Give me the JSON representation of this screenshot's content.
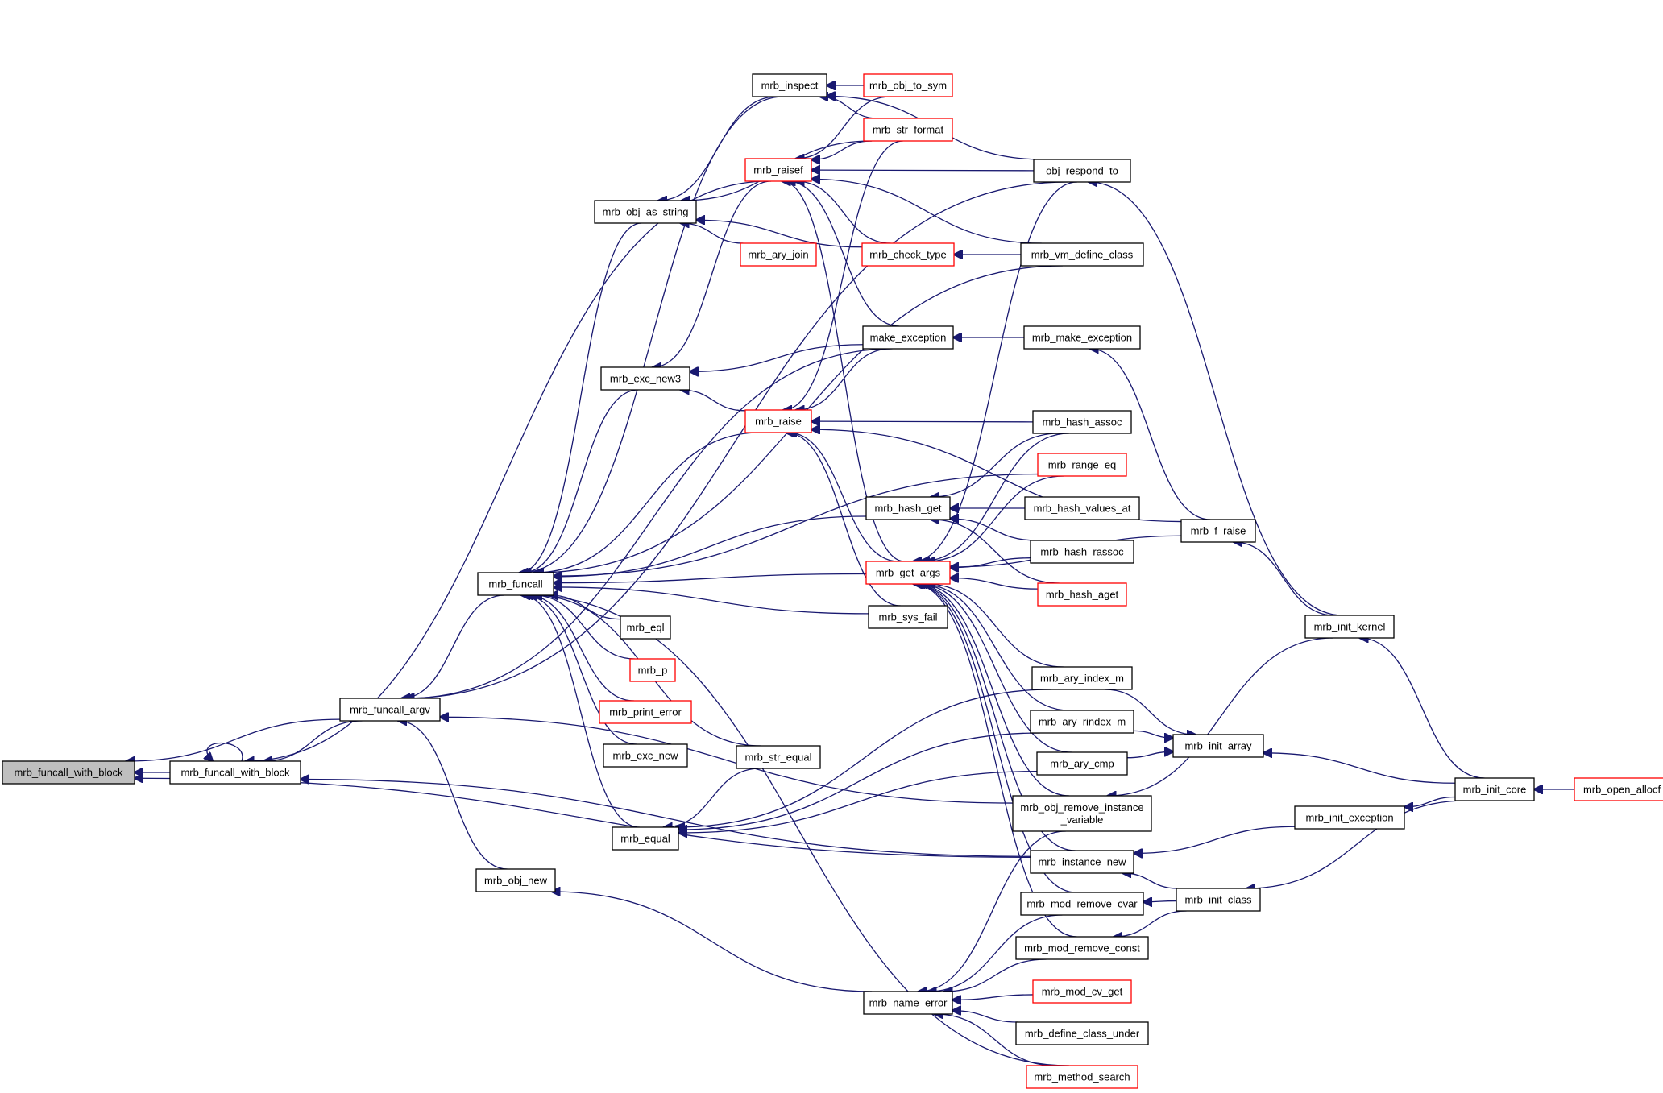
{
  "graph": {
    "title": "",
    "colors": {
      "edge": "#191970",
      "node_border": "#000000",
      "undocumented_border": "#ff0000",
      "root_fill": "#bfbfbf"
    },
    "nodes": [
      {
        "id": "root",
        "label": "mrb_funcall_with_block",
        "style": "root"
      },
      {
        "id": "fwb",
        "label": "mrb_funcall_with_block",
        "style": "normal"
      },
      {
        "id": "argv",
        "label": "mrb_funcall_argv",
        "style": "normal"
      },
      {
        "id": "funcall",
        "label": "mrb_funcall",
        "style": "normal"
      },
      {
        "id": "inspect",
        "label": "mrb_inspect",
        "style": "normal"
      },
      {
        "id": "objtosym",
        "label": "mrb_obj_to_sym",
        "style": "partial"
      },
      {
        "id": "strformat",
        "label": "mrb_str_format",
        "style": "partial"
      },
      {
        "id": "raisef",
        "label": "mrb_raisef",
        "style": "partial"
      },
      {
        "id": "objrespond",
        "label": "obj_respond_to",
        "style": "normal"
      },
      {
        "id": "objasstring",
        "label": "mrb_obj_as_string",
        "style": "normal"
      },
      {
        "id": "aryjoin",
        "label": "mrb_ary_join",
        "style": "partial"
      },
      {
        "id": "checktype",
        "label": "mrb_check_type",
        "style": "partial"
      },
      {
        "id": "vmdefine",
        "label": "mrb_vm_define_class",
        "style": "normal"
      },
      {
        "id": "makeexc",
        "label": "make_exception",
        "style": "normal"
      },
      {
        "id": "mrbmakeexc",
        "label": "mrb_make_exception",
        "style": "normal"
      },
      {
        "id": "excnew3",
        "label": "mrb_exc_new3",
        "style": "normal"
      },
      {
        "id": "raise",
        "label": "mrb_raise",
        "style": "partial"
      },
      {
        "id": "hashassoc",
        "label": "mrb_hash_assoc",
        "style": "normal"
      },
      {
        "id": "rangeeq",
        "label": "mrb_range_eq",
        "style": "partial"
      },
      {
        "id": "hashget",
        "label": "mrb_hash_get",
        "style": "normal"
      },
      {
        "id": "hashvaluesat",
        "label": "mrb_hash_values_at",
        "style": "normal"
      },
      {
        "id": "fraise",
        "label": "mrb_f_raise",
        "style": "normal"
      },
      {
        "id": "getargs",
        "label": "mrb_get_args",
        "style": "partial"
      },
      {
        "id": "hashrassoc",
        "label": "mrb_hash_rassoc",
        "style": "normal"
      },
      {
        "id": "hashaget",
        "label": "mrb_hash_aget",
        "style": "partial"
      },
      {
        "id": "initkernel",
        "label": "mrb_init_kernel",
        "style": "normal"
      },
      {
        "id": "syserr",
        "label": "mrb_sys_fail",
        "style": "normal"
      },
      {
        "id": "eql",
        "label": "mrb_eql",
        "style": "normal"
      },
      {
        "id": "p",
        "label": "mrb_p",
        "style": "partial"
      },
      {
        "id": "printerror",
        "label": "mrb_print_error",
        "style": "partial"
      },
      {
        "id": "aryindex",
        "label": "mrb_ary_index_m",
        "style": "normal"
      },
      {
        "id": "aryrindex",
        "label": "mrb_ary_rindex_m",
        "style": "normal"
      },
      {
        "id": "initarray",
        "label": "mrb_init_array",
        "style": "normal"
      },
      {
        "id": "excnew",
        "label": "mrb_exc_new",
        "style": "normal"
      },
      {
        "id": "strequal",
        "label": "mrb_str_equal",
        "style": "normal"
      },
      {
        "id": "arycmp",
        "label": "mrb_ary_cmp",
        "style": "normal"
      },
      {
        "id": "initcore",
        "label": "mrb_init_core",
        "style": "normal"
      },
      {
        "id": "openallocf",
        "label": "mrb_open_allocf",
        "style": "partial"
      },
      {
        "id": "objremove",
        "label": "mrb_obj_remove_instance\n_variable",
        "style": "normal"
      },
      {
        "id": "equal",
        "label": "mrb_equal",
        "style": "normal"
      },
      {
        "id": "initexception",
        "label": "mrb_init_exception",
        "style": "normal"
      },
      {
        "id": "instancenew",
        "label": "mrb_instance_new",
        "style": "normal"
      },
      {
        "id": "objnew",
        "label": "mrb_obj_new",
        "style": "normal"
      },
      {
        "id": "modremovecvar",
        "label": "mrb_mod_remove_cvar",
        "style": "normal"
      },
      {
        "id": "initclass",
        "label": "mrb_init_class",
        "style": "normal"
      },
      {
        "id": "modremoveconst",
        "label": "mrb_mod_remove_const",
        "style": "normal"
      },
      {
        "id": "nameerror",
        "label": "mrb_name_error",
        "style": "normal"
      },
      {
        "id": "modcvget",
        "label": "mrb_mod_cv_get",
        "style": "partial"
      },
      {
        "id": "defineclassunder",
        "label": "mrb_define_class_under",
        "style": "normal"
      },
      {
        "id": "methodsearch",
        "label": "mrb_method_search",
        "style": "partial"
      }
    ],
    "edges": [
      [
        "fwb",
        "root"
      ],
      [
        "argv",
        "root"
      ],
      [
        "instancenew",
        "root"
      ],
      [
        "fwb",
        "fwb"
      ],
      [
        "argv",
        "fwb"
      ],
      [
        "instancenew",
        "fwb"
      ],
      [
        "raisef",
        "fwb"
      ],
      [
        "funcall",
        "argv"
      ],
      [
        "objnew",
        "argv"
      ],
      [
        "objrespond",
        "argv"
      ],
      [
        "makeexc",
        "argv"
      ],
      [
        "objremove",
        "argv"
      ],
      [
        "inspect",
        "funcall"
      ],
      [
        "objasstring",
        "funcall"
      ],
      [
        "excnew3",
        "funcall"
      ],
      [
        "raise",
        "funcall"
      ],
      [
        "hashget",
        "funcall"
      ],
      [
        "getargs",
        "funcall"
      ],
      [
        "syserr",
        "funcall"
      ],
      [
        "eql",
        "funcall"
      ],
      [
        "p",
        "funcall"
      ],
      [
        "printerror",
        "funcall"
      ],
      [
        "excnew",
        "funcall"
      ],
      [
        "strequal",
        "funcall"
      ],
      [
        "equal",
        "funcall"
      ],
      [
        "methodsearch",
        "funcall"
      ],
      [
        "vmdefine",
        "funcall"
      ],
      [
        "rangeeq",
        "funcall"
      ],
      [
        "objtosym",
        "inspect"
      ],
      [
        "strformat",
        "inspect"
      ],
      [
        "objrespond",
        "inspect"
      ],
      [
        "strformat",
        "raisef"
      ],
      [
        "objrespond",
        "raisef"
      ],
      [
        "checktype",
        "raisef"
      ],
      [
        "vmdefine",
        "raisef"
      ],
      [
        "makeexc",
        "raisef"
      ],
      [
        "getargs",
        "raisef"
      ],
      [
        "objtosym",
        "raisef"
      ],
      [
        "inspect",
        "objasstring"
      ],
      [
        "aryjoin",
        "objasstring"
      ],
      [
        "checktype",
        "objasstring"
      ],
      [
        "strformat",
        "objasstring"
      ],
      [
        "vmdefine",
        "checktype"
      ],
      [
        "mrbmakeexc",
        "makeexc"
      ],
      [
        "fraise",
        "mrbmakeexc"
      ],
      [
        "makeexc",
        "excnew3"
      ],
      [
        "raise",
        "excnew3"
      ],
      [
        "raisef",
        "excnew3"
      ],
      [
        "makeexc",
        "raise"
      ],
      [
        "hashassoc",
        "raise"
      ],
      [
        "getargs",
        "raise"
      ],
      [
        "syserr",
        "raise"
      ],
      [
        "fraise",
        "raise"
      ],
      [
        "strformat",
        "raise"
      ],
      [
        "hashvaluesat",
        "hashget"
      ],
      [
        "hashrassoc",
        "hashget"
      ],
      [
        "hashaget",
        "hashget"
      ],
      [
        "hashassoc",
        "hashget"
      ],
      [
        "initkernel",
        "fraise"
      ],
      [
        "initkernel",
        "objrespond"
      ],
      [
        "hashassoc",
        "getargs"
      ],
      [
        "rangeeq",
        "getargs"
      ],
      [
        "hashrassoc",
        "getargs"
      ],
      [
        "hashaget",
        "getargs"
      ],
      [
        "aryindex",
        "getargs"
      ],
      [
        "aryrindex",
        "getargs"
      ],
      [
        "arycmp",
        "getargs"
      ],
      [
        "objremove",
        "getargs"
      ],
      [
        "instancenew",
        "getargs"
      ],
      [
        "modremovecvar",
        "getargs"
      ],
      [
        "modremoveconst",
        "getargs"
      ],
      [
        "fraise",
        "getargs"
      ],
      [
        "objrespond",
        "getargs"
      ],
      [
        "initcore",
        "initkernel"
      ],
      [
        "aryindex",
        "initarray"
      ],
      [
        "aryrindex",
        "initarray"
      ],
      [
        "arycmp",
        "initarray"
      ],
      [
        "initcore",
        "initarray"
      ],
      [
        "strequal",
        "equal"
      ],
      [
        "aryindex",
        "equal"
      ],
      [
        "aryrindex",
        "equal"
      ],
      [
        "arycmp",
        "equal"
      ],
      [
        "openallocf",
        "initcore"
      ],
      [
        "initkernel",
        "objremove"
      ],
      [
        "initcore",
        "initexception"
      ],
      [
        "initexception",
        "instancenew"
      ],
      [
        "initclass",
        "instancenew"
      ],
      [
        "initcore",
        "initclass"
      ],
      [
        "nameerror",
        "objnew"
      ],
      [
        "initclass",
        "modremovecvar"
      ],
      [
        "initclass",
        "modremoveconst"
      ],
      [
        "modremovecvar",
        "nameerror"
      ],
      [
        "modremoveconst",
        "nameerror"
      ],
      [
        "modcvget",
        "nameerror"
      ],
      [
        "defineclassunder",
        "nameerror"
      ],
      [
        "methodsearch",
        "nameerror"
      ],
      [
        "objremove",
        "nameerror"
      ]
    ]
  }
}
